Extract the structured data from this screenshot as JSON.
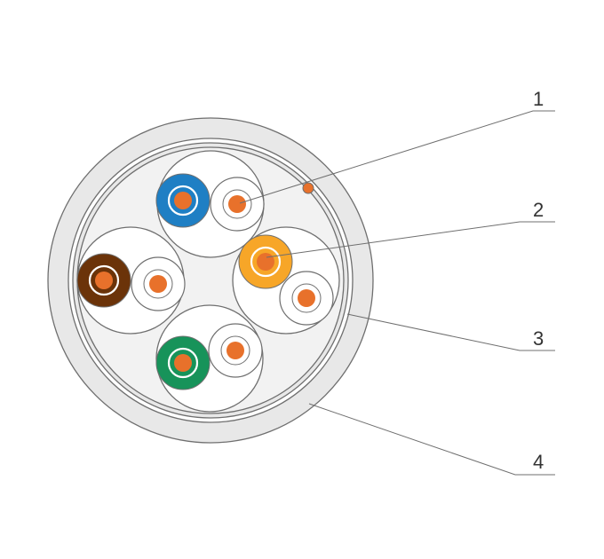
{
  "colors": {
    "jacket": "#e8e8e8",
    "line": "#6f6f6f",
    "inner": "#f2f2f2",
    "white_insulation": "#ffffff",
    "copper": "#e8712b",
    "pair_blue": "#1f7fc4",
    "pair_orange": "#f7a628",
    "pair_brown": "#6b3309",
    "pair_green": "#17935a"
  },
  "callouts": [
    {
      "id": "1",
      "label": "1"
    },
    {
      "id": "2",
      "label": "2"
    },
    {
      "id": "3",
      "label": "3"
    },
    {
      "id": "4",
      "label": "4"
    }
  ],
  "pairs": [
    {
      "name": "blue",
      "color_key": "pair_blue"
    },
    {
      "name": "brown",
      "color_key": "pair_brown"
    },
    {
      "name": "orange",
      "color_key": "pair_orange"
    },
    {
      "name": "green",
      "color_key": "pair_green"
    }
  ]
}
